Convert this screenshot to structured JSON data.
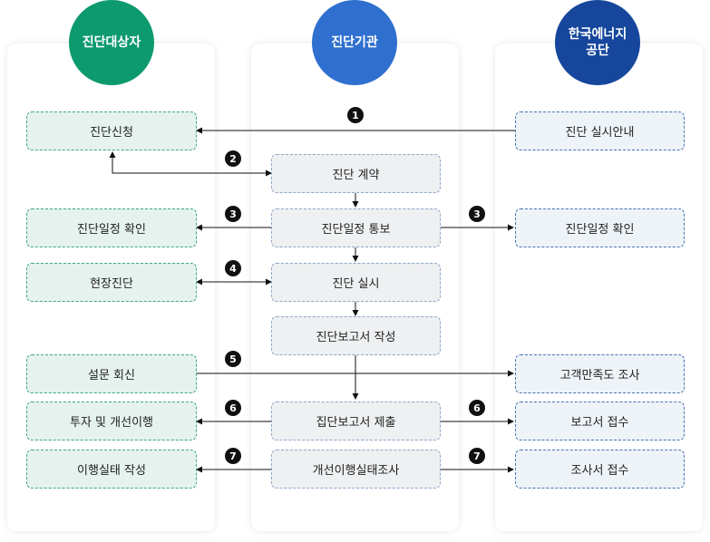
{
  "lanes": {
    "target": "진단대상자",
    "agency": "진단기관",
    "corp": "한국에너지\n공단"
  },
  "colors": {
    "target_circle": "#0c9a6e",
    "agency_circle": "#2f6fcf",
    "corp_circle": "#16479c"
  },
  "boxes": {
    "apply": "진단신청",
    "schedule_confirm_left": "진단일정 확인",
    "onsite": "현장진단",
    "survey_reply": "설문 회신",
    "invest": "투자 및 개선이행",
    "status_write": "이행실태 작성",
    "contract": "진단 계약",
    "schedule_notice": "진단일정 통보",
    "perform": "진단 실시",
    "report_write": "진단보고서 작성",
    "report_submit": "집단보고서 제출",
    "improve_survey": "개선이행실태조사",
    "guide": "진단 실시안내",
    "schedule_confirm_right": "진단일정 확인",
    "satisfaction": "고객만족도 조사",
    "report_receive": "보고서 접수",
    "survey_receive": "조사서 접수"
  },
  "steps": [
    "1",
    "2",
    "3",
    "3",
    "4",
    "5",
    "6",
    "6",
    "7",
    "7"
  ]
}
